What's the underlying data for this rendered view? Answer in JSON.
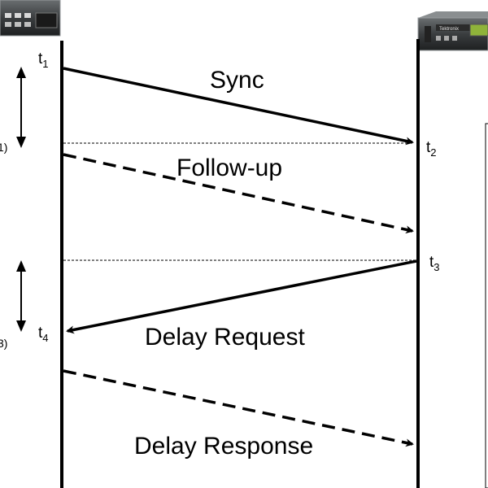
{
  "diagram": {
    "messages": {
      "sync": "Sync",
      "follow_up": "Follow-up",
      "delay_request": "Delay Request",
      "delay_response": "Delay Response"
    },
    "timestamps": {
      "t1": {
        "base": "t",
        "sub": "1"
      },
      "t2": {
        "base": "t",
        "sub": "2"
      },
      "t3": {
        "base": "t",
        "sub": "3"
      },
      "t4": {
        "base": "t",
        "sub": "4"
      }
    },
    "left_partial_labels": {
      "upper": "1)",
      "lower": "3)"
    },
    "device_brand_text": "Tektronix",
    "colors": {
      "line": "#000000",
      "background": "#ffffff",
      "device_body": "#3a3d3f",
      "device_screen": "#8fb33a"
    }
  }
}
